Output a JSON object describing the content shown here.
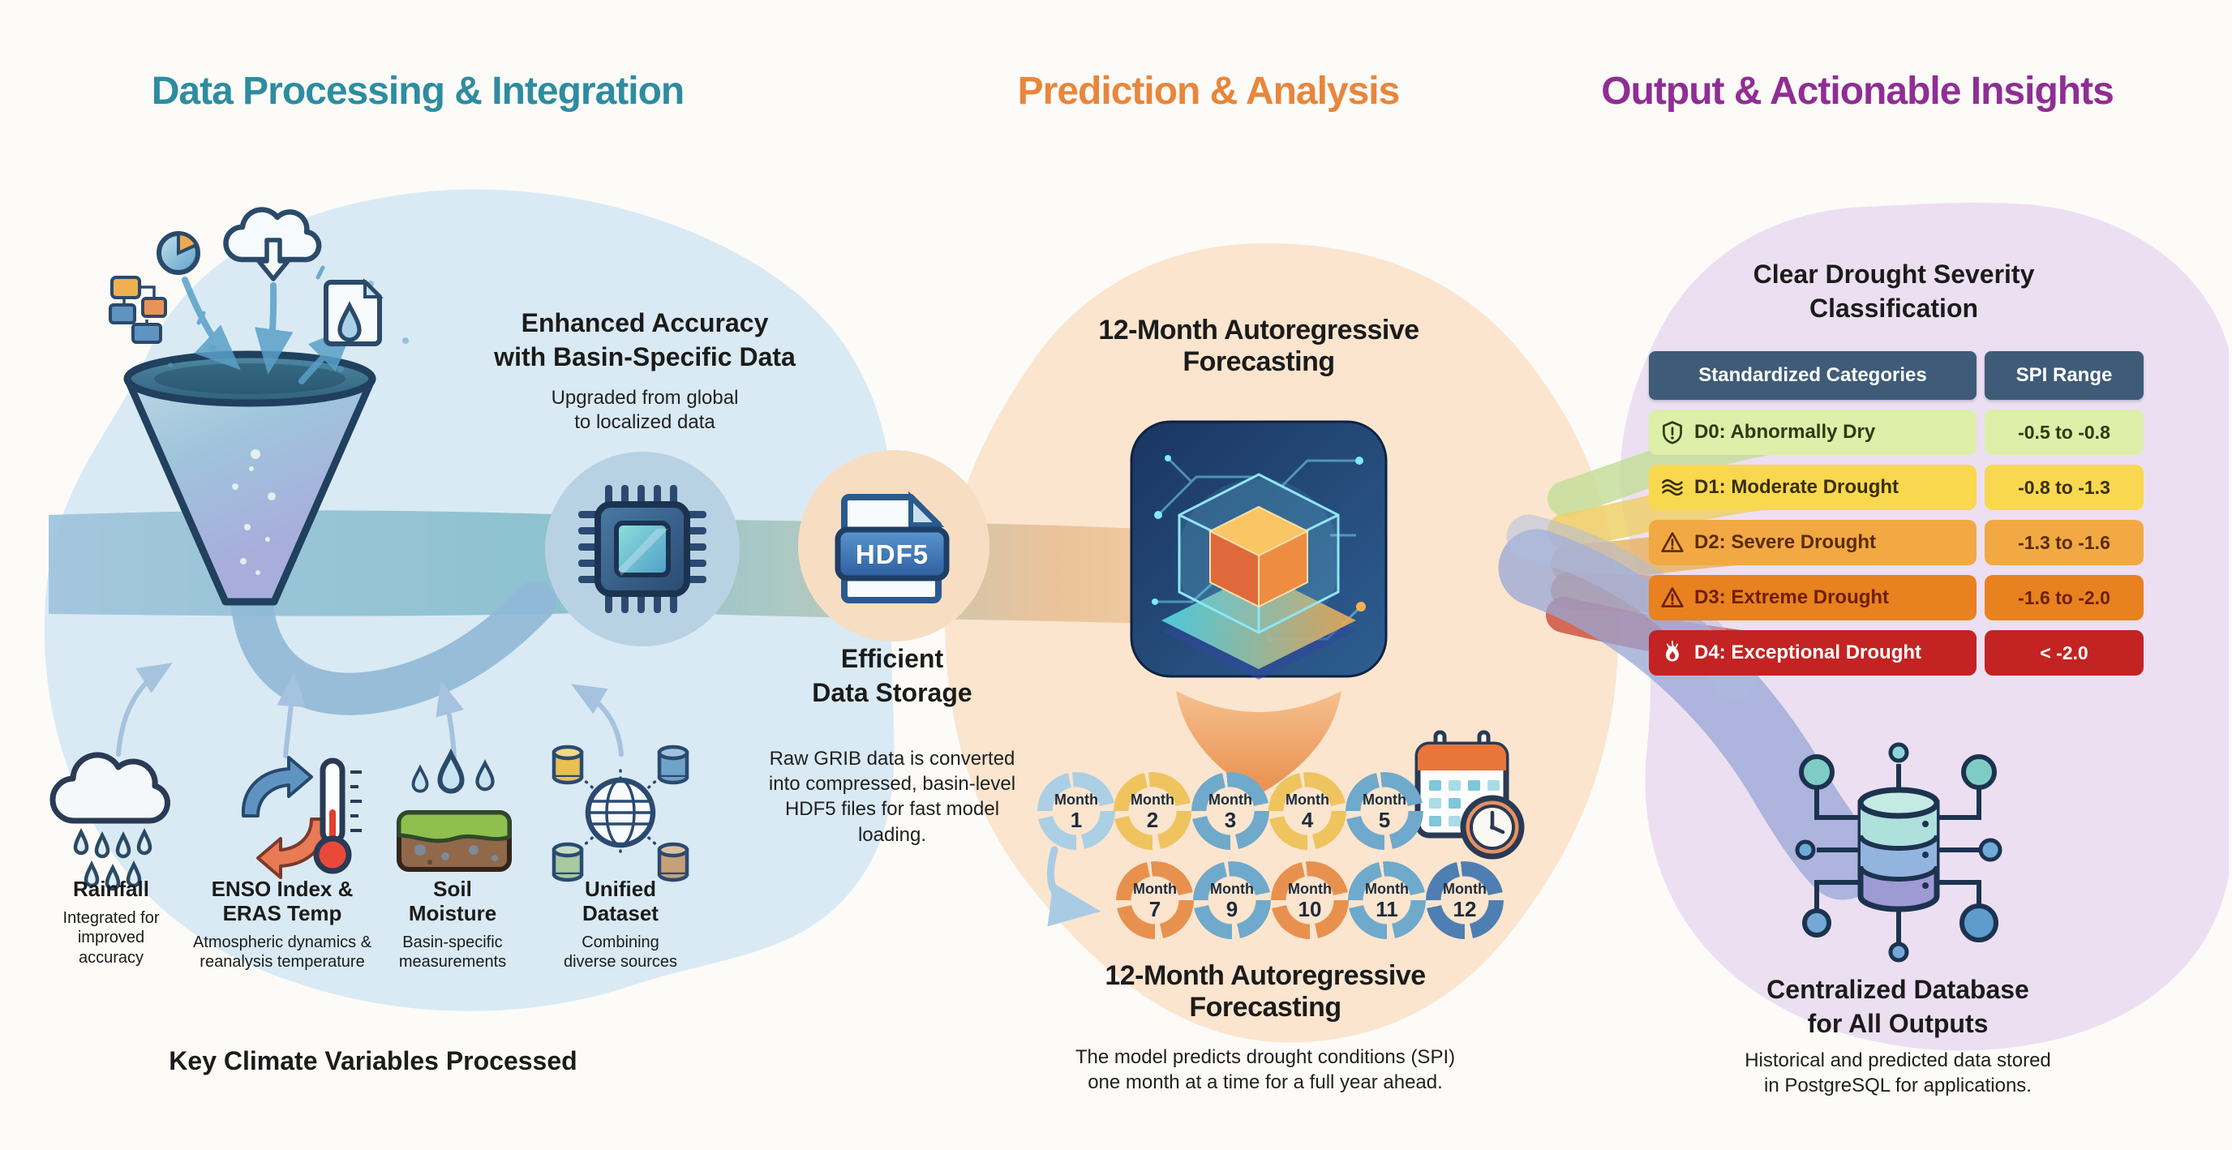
{
  "sections": {
    "left": {
      "heading": "Data Processing & Integration",
      "color": "#2E8CA0"
    },
    "middle": {
      "heading": "Prediction & Analysis",
      "color": "#E8863C"
    },
    "right": {
      "heading": "Output & Actionable Insights",
      "color": "#8F2E93"
    }
  },
  "left": {
    "enhanced": {
      "title1": "Enhanced Accuracy",
      "title2": "with Basin-Specific Data",
      "sub1": "Upgraded from global",
      "sub2": "to localized data"
    },
    "hdf5_label": "HDF5",
    "storage": {
      "title1": "Efficient",
      "title2": "Data Storage",
      "body": "Raw GRIB data is converted into compressed, basin-level HDF5 files for fast model loading."
    },
    "variables_heading": "Key Climate Variables Processed",
    "variables": [
      {
        "icon": "rain-cloud-icon",
        "title": "Rainfall",
        "desc": "Integrated for improved accuracy"
      },
      {
        "icon": "enso-cycle-thermometer-icon",
        "title": "ENSO Index & ERAS Temp",
        "desc": "Atmospheric dynamics & reanalysis temperature"
      },
      {
        "icon": "soil-moisture-icon",
        "title": "Soil Moisture",
        "desc": "Basin-specific measurements"
      },
      {
        "icon": "unified-dataset-icon",
        "title": "Unified Dataset",
        "desc": "Combining diverse sources"
      }
    ]
  },
  "middle": {
    "top_title1": "12-Month Autoregressive",
    "top_title2": "Forecasting",
    "month_word": "Month",
    "months_row1": [
      "1",
      "2",
      "3",
      "4",
      "5"
    ],
    "months_row2": [
      "7",
      "9",
      "10",
      "11",
      "12"
    ],
    "bottom_title1": "12-Month Autoregressive",
    "bottom_title2": "Forecasting",
    "body1": "The model predicts drought conditions (SPI)",
    "body2": "one month at a time for a full year ahead."
  },
  "right": {
    "class_title1": "Clear Drought Severity",
    "class_title2": "Classification",
    "table": {
      "header": {
        "categories": "Standardized Categories",
        "range": "SPI Range"
      },
      "rows": [
        {
          "icon": "shield-alert-icon",
          "category": "D0: Abnormally Dry",
          "range": "-0.5 to -0.8",
          "bg": "#DDEFA8"
        },
        {
          "icon": "waves-icon",
          "category": "D1: Moderate Drought",
          "range": "-0.8 to -1.3",
          "bg": "#F8D84E"
        },
        {
          "icon": "warning-triangle-icon",
          "category": "D2: Severe Drought",
          "range": "-1.3 to -1.6",
          "bg": "#F2A943"
        },
        {
          "icon": "warning-triangle-icon",
          "category": "D3: Extreme Drought",
          "range": "-1.6 to -2.0",
          "bg": "#E8811F"
        },
        {
          "icon": "flame-icon",
          "category": "D4: Exceptional Drought",
          "range": "< -2.0",
          "bg": "#C32322"
        }
      ]
    },
    "db_title1": "Centralized Database",
    "db_title2": "for All Outputs",
    "db_body1": "Historical and predicted data stored",
    "db_body2": "in PostgreSQL for applications."
  }
}
